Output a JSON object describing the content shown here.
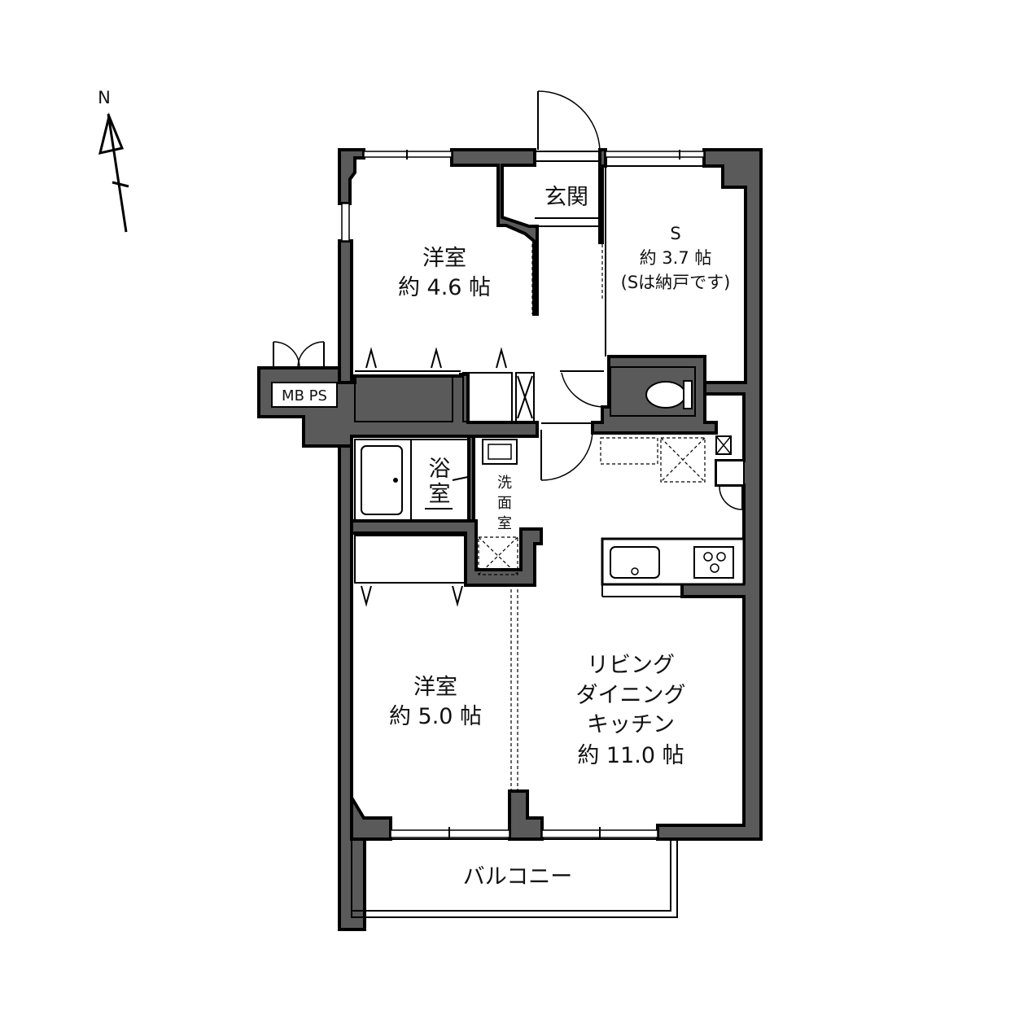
{
  "compass": {
    "north": "N"
  },
  "rooms": {
    "western_room_1": {
      "name": "洋室",
      "size": "約 4.6 帖"
    },
    "western_room_2": {
      "name": "洋室",
      "size": "約 5.0 帖"
    },
    "storage_room": {
      "name": "S",
      "size": "約 3.7 帖",
      "note": "(Sは納戸です)"
    },
    "entrance": {
      "name": "玄関"
    },
    "bathroom": {
      "line1": "浴",
      "line2": "室"
    },
    "washroom": {
      "line1": "洗",
      "line2": "面",
      "line3": "室"
    },
    "ldk": {
      "line1": "リビング",
      "line2": "ダイニング",
      "line3": "キッチン",
      "size": "約 11.0 帖"
    },
    "balcony": {
      "name": "バルコニー"
    },
    "meter_box": {
      "name": "MB PS"
    }
  }
}
